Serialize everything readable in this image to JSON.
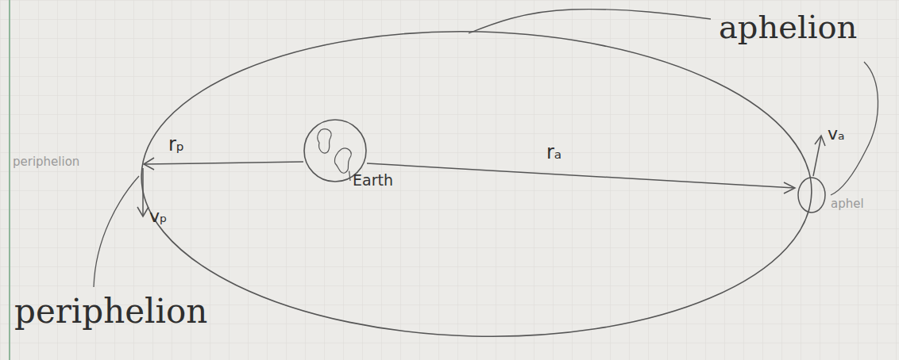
{
  "diagram": {
    "nodes": [
      {
        "text": [
          "Earth"
        ]
      }
    ],
    "labels": [
      "periphelion",
      "rₚ",
      "rₐ",
      "vₚ",
      "vₐ",
      "aphelion",
      "periphelion",
      "aphel"
    ]
  }
}
